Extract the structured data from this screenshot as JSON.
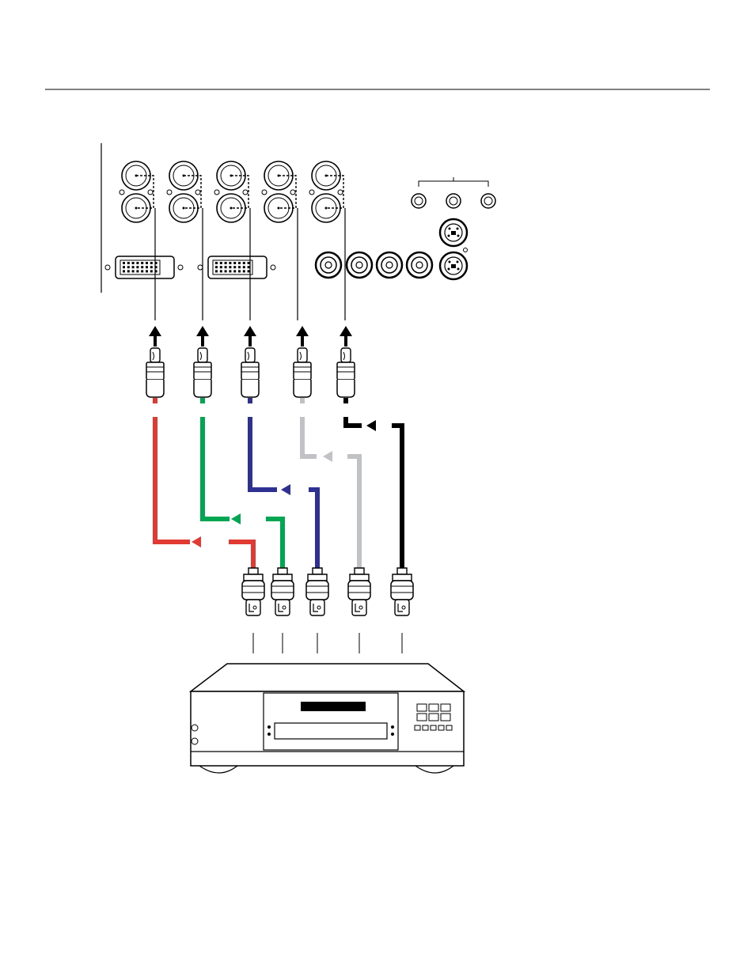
{
  "diagram": {
    "colors": {
      "red": "#e03a33",
      "green": "#00a651",
      "blue": "#2e3192",
      "gray": "#c0c2c6",
      "black": "#000000",
      "outline": "#000000"
    },
    "cables": [
      {
        "name": "red-cable",
        "color": "red"
      },
      {
        "name": "green-cable",
        "color": "green"
      },
      {
        "name": "blue-cable",
        "color": "blue"
      },
      {
        "name": "gray-cable",
        "color": "gray"
      },
      {
        "name": "black-cable",
        "color": "black"
      }
    ],
    "panel": {
      "bnc_input_count": 5,
      "dvi_port_count": 2,
      "rca_jack_count": 4,
      "audio_jack_count": 3,
      "svideo_count": 2
    },
    "source_device": {
      "icon": "dvd-player-icon",
      "button_rows": 2,
      "small_button_count": 5
    }
  }
}
